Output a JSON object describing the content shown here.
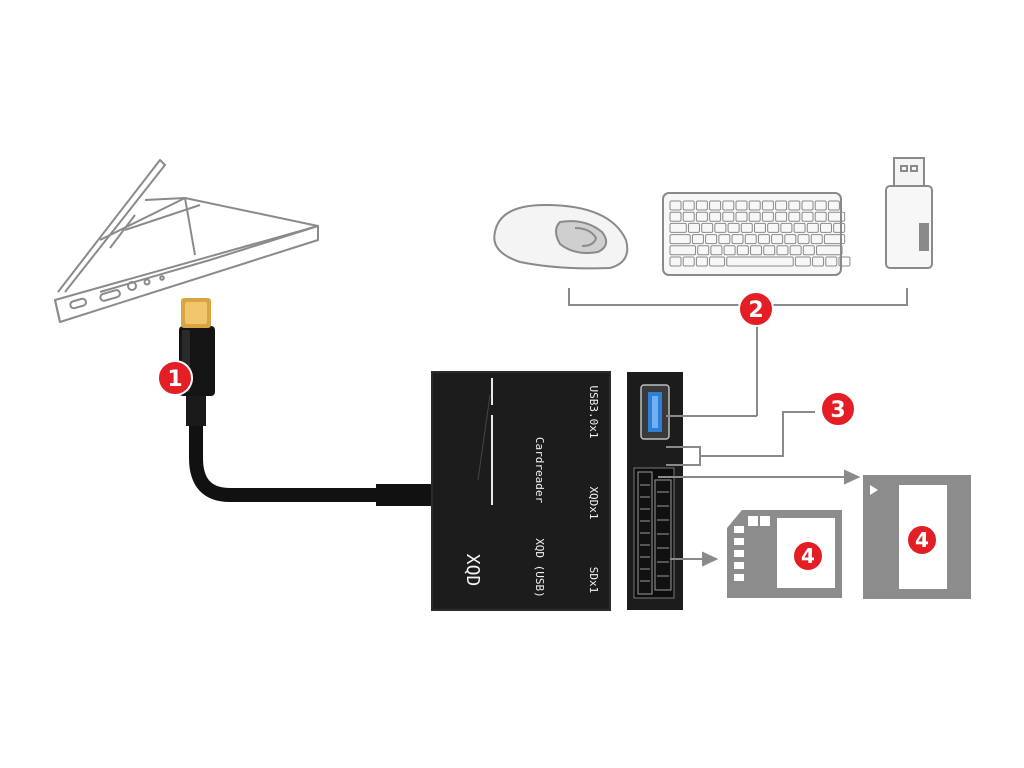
{
  "colors": {
    "badge": "#e31e24",
    "device_body": "#1c1c1c",
    "outline": "#8a8a8a",
    "card_gray": "#8c8c8c",
    "usb_port_blue": "#2f7fd6",
    "connector_gold": "#d9a441"
  },
  "icons": {
    "laptop": "laptop-icon",
    "mouse": "mouse-icon",
    "keyboard": "keyboard-icon",
    "flash_drive": "usb-flash-drive-icon",
    "sd_card": "sd-card-icon",
    "xqd_card": "xqd-card-icon"
  },
  "device": {
    "brand": "XQD",
    "type_label": "XQD (USB)",
    "product_label": "Cardreader",
    "port_usb": "USB3.0x1",
    "port_xqd": "XQDx1",
    "port_sd": "SDx1"
  },
  "badges": {
    "usb_c_cable": "1",
    "usb_peripherals": "2",
    "card_slots": "3",
    "sd_card": "4",
    "xqd_card": "4"
  }
}
